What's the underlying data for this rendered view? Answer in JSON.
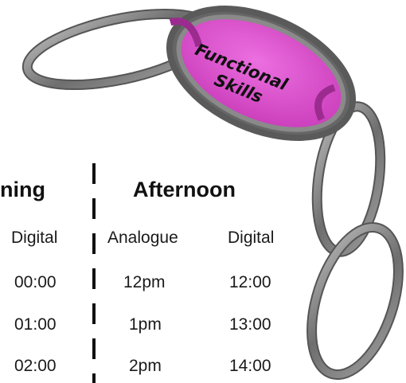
{
  "logo": {
    "line1": "Functional",
    "line2": "Skills"
  },
  "morning": {
    "heading": "ning",
    "digital_header": "Digital",
    "digital": [
      "00:00",
      "01:00",
      "02:00"
    ]
  },
  "afternoon": {
    "heading": "Afternoon",
    "analogue_header": "Analogue",
    "digital_header": "Digital",
    "analogue": [
      "12pm",
      "1pm",
      "2pm"
    ],
    "digital": [
      "12:00",
      "13:00",
      "14:00"
    ]
  },
  "colors": {
    "logo_fill": "#e052d1",
    "ring_gray": "#7a7a7a",
    "divider": "#111111"
  }
}
